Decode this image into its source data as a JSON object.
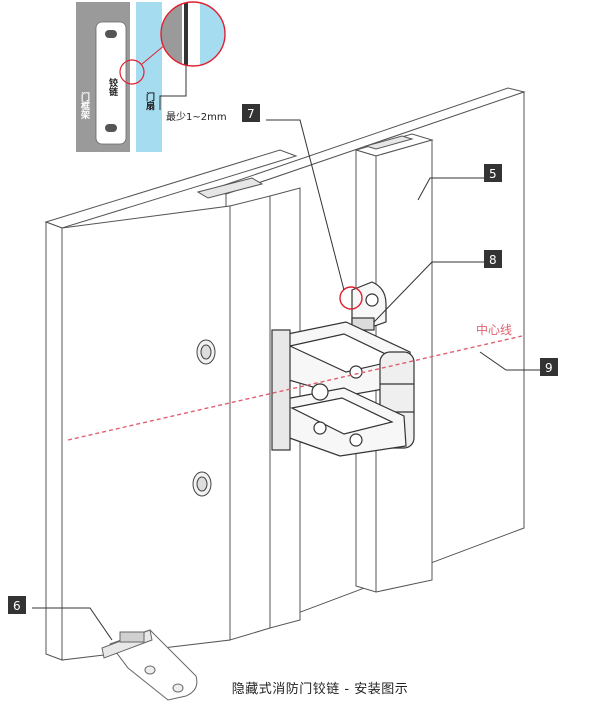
{
  "callouts": {
    "c5": "5",
    "c6": "6",
    "c7": "7",
    "c8": "8",
    "c9": "9"
  },
  "inset": {
    "label_frame": "门框架",
    "label_hinge": "铰链",
    "label_leaf": "门扇",
    "gap_note": "最少1~2mm"
  },
  "centerline_label": "中心线",
  "caption": "隐藏式消防门铰链 - 安装图示",
  "colors": {
    "centerline": "#e06070",
    "highlight_circle": "#e02030",
    "callout_box": "#333333",
    "inset_frame": "#9a9a9a",
    "inset_leaf": "#a6dcef"
  }
}
